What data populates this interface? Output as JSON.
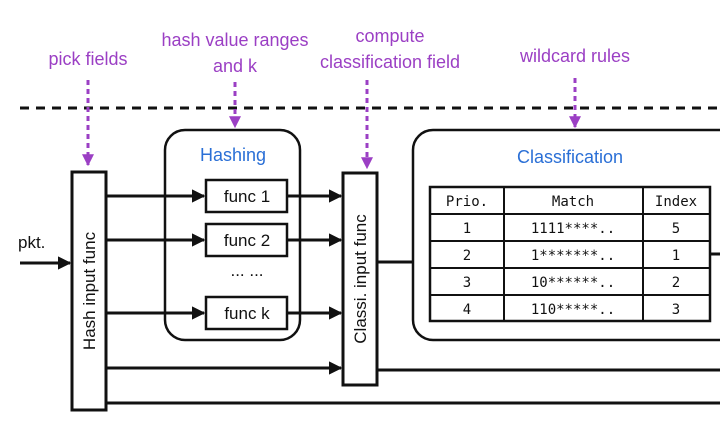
{
  "annotations": {
    "pick_fields": "pick fields",
    "hash_ranges_line1": "hash value ranges",
    "hash_ranges_line2": "and k",
    "compute_line1": "compute",
    "compute_line2": "classification field",
    "wildcard": "wildcard rules"
  },
  "input_label": "pkt.",
  "hash_input_func": "Hash input func",
  "hashing": {
    "title": "Hashing",
    "funcs": [
      "func 1",
      "func 2",
      "func k"
    ],
    "ellipsis": "... ..."
  },
  "classi_input_func": "Classi. input func",
  "classification": {
    "title": "Classification",
    "headers": [
      "Prio.",
      "Match",
      "Index"
    ],
    "rows": [
      [
        "1",
        "1111****..",
        "5"
      ],
      [
        "2",
        "1*******..",
        "1"
      ],
      [
        "3",
        "10******..",
        "2"
      ],
      [
        "4",
        "110*****..",
        "3"
      ]
    ]
  },
  "colors": {
    "annotation": "#9b3fc4",
    "section_title": "#2a6fd6",
    "line": "#111111"
  }
}
